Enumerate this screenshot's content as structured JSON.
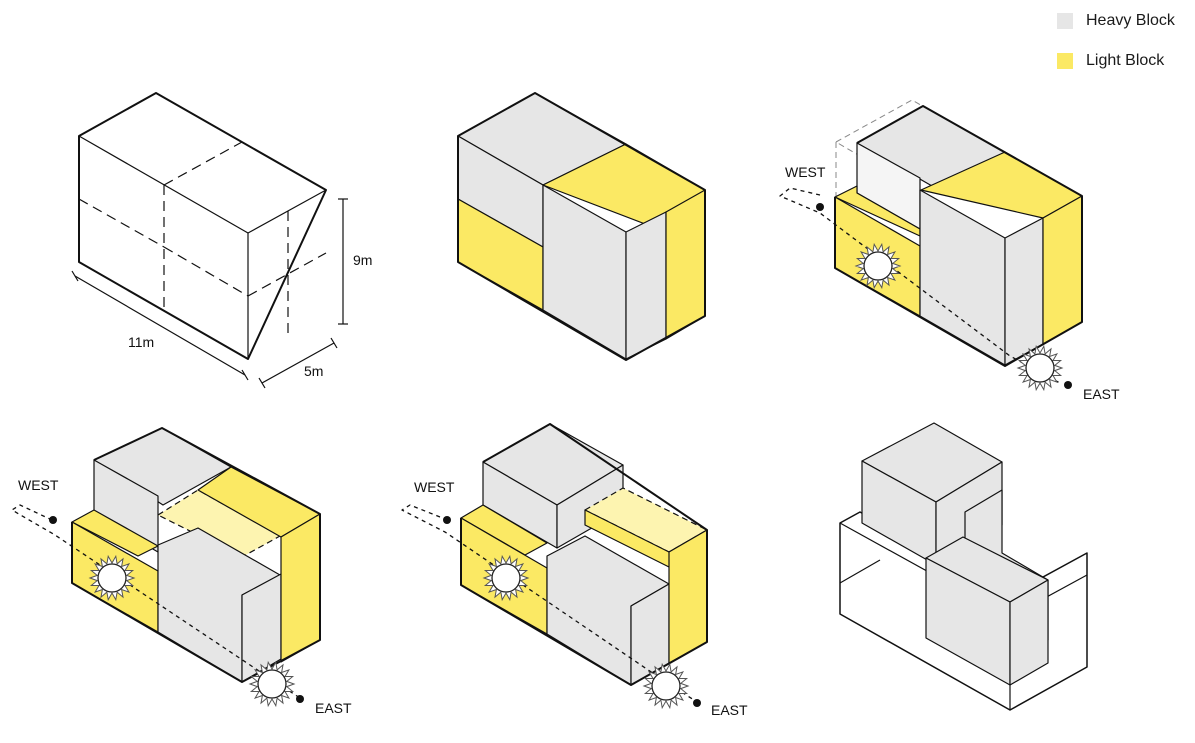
{
  "colors": {
    "heavy": "#e6e6e6",
    "light": "#fbe964",
    "light_translucent": "#fdf4b0",
    "outline": "#111111",
    "paper": "#ffffff"
  },
  "legend": {
    "items": [
      {
        "label": "Heavy Block",
        "color": "#e6e6e6"
      },
      {
        "label": "Light Block",
        "color": "#fbe964"
      }
    ]
  },
  "dimensions": {
    "length": "11m",
    "height": "9m",
    "depth": "5m"
  },
  "orientation": {
    "west": "WEST",
    "east": "EAST"
  },
  "icons": {
    "sun": "sun-icon",
    "marker": "dot-marker-icon"
  }
}
